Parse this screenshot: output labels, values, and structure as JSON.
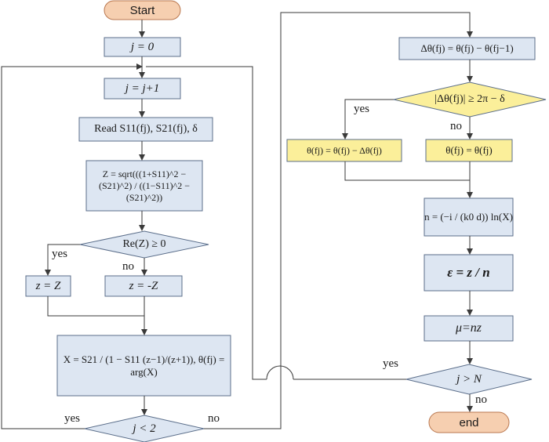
{
  "colors": {
    "box_fill": "#dde6f2",
    "box_stroke": "#5b6e8a",
    "decision_fill": "#dde6f2",
    "decision_highlight_fill": "#fbef9a",
    "process_highlight_fill": "#fbef9a",
    "terminal_fill": "#f6cfb0",
    "terminal_stroke": "#b9774f",
    "line": "#3a3a3a"
  },
  "nodes": {
    "start": "Start",
    "j0": "j = 0",
    "jinc": "j = j+1",
    "read": "Read S11(fj), S21(fj), δ",
    "z_formula": "Z = sqrt(((1+S11)^2 − (S21)^2) / ((1−S11)^2 − (S21)^2))",
    "rez": "Re(Z) ≥ 0",
    "zpos": "z = Z",
    "zneg": "z = -Z",
    "x_formula": "X = S21 / (1 − S11 (z−1)/(z+1)),  θ(fj) = arg(X)",
    "jlt2": "j < 2",
    "dtheta": "Δθ(fj) = θ(fj) − θ(fj−1)",
    "dtheta_cond": "|Δθ(fj)| ≥ 2π − δ",
    "theta_adjust": "θ(fj) = θ(fj) − Δθ(fj)",
    "theta_keep": "θ(fj) = θ(fj)",
    "n_formula": "n = (−i / (k0 d)) ln(X)",
    "eps": "ε = z / n",
    "mu": "μ=nz",
    "jgtN": "j > N",
    "end": "end"
  },
  "edge_labels": {
    "rez_yes": "yes",
    "rez_no": "no",
    "jlt2_yes": "yes",
    "jlt2_no": "no",
    "dtheta_yes": "yes",
    "dtheta_no": "no",
    "jgtN_yes": "yes",
    "jgtN_no": "no"
  }
}
